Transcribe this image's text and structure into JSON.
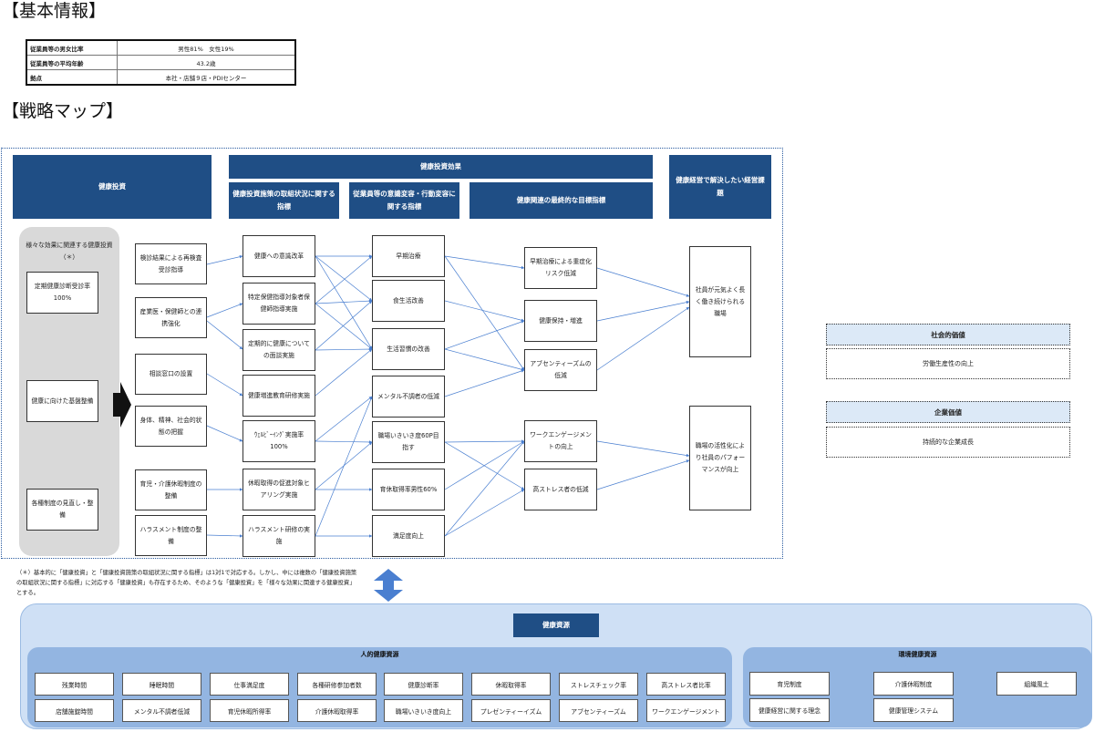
{
  "section_basic": "【基本情報】",
  "section_strategy": "【戦略マップ】",
  "basic_info": [
    {
      "label": "従業員等の男女比率",
      "value": "男性81%　女性19%"
    },
    {
      "label": "従業員等の平均年齢",
      "value": "43.2歳"
    },
    {
      "label": "拠点",
      "value": "本社・店舗９店・PDIセンター"
    }
  ],
  "headers": {
    "investment": "健康投資",
    "effect": "健康投資効果",
    "initiative_metrics": "健康投資施策の取組状況に関する指標",
    "behavior_metrics": "従業員等の意識変容・行動変容に関する指標",
    "final_metrics": "健康関連の最終的な目標指標",
    "issues": "健康経営で解決したい経営課題"
  },
  "grey_panel": {
    "title": "様々な効果に関連する健康投資（＊）",
    "items": [
      "定期健康診断受診率100%",
      "健康に向けた基盤整備",
      "各種制度の見直し・整備"
    ]
  },
  "col1": [
    "検診結果による再検査受診指導",
    "産業医・保健師との連携強化",
    "相談窓口の設置",
    "身体、精神、社会的状態の把握",
    "育児・介護休暇制度の整備",
    "ハラスメント制度の整備"
  ],
  "col2": [
    "健康への意識改革",
    "特定保健指導対象者保健師指導実施",
    "定期的に健康についての面談実施",
    "健康増進教育研修実施",
    "ｳｪﾙﾋﾞｰｲﾝｸﾞ実施率100%",
    "休暇取得の促進対象ヒアリング実施",
    "ハラスメント研修の実施"
  ],
  "col3": [
    "早期治療",
    "食生活改善",
    "生活習慣の改善",
    "メンタル不調者の低減",
    "職場いきいき度60P目指す",
    "育休取得率男性60%",
    "満足度向上"
  ],
  "col4": [
    "早期治療による重症化リスク低減",
    "健康保持・増進",
    "アブセンティーズムの低減",
    "ワークエンゲージメントの向上",
    "高ストレス者の低減"
  ],
  "col5": [
    "社員が元気よく長く働き続けられる職場",
    "職場の活性化により社員のパフォーマンスが向上"
  ],
  "values": [
    {
      "header": "社会的価値",
      "body": "労働生産性の向上"
    },
    {
      "header": "企業価値",
      "body": "持続的な企業成長"
    }
  ],
  "footnote": "（＊）基本的に「健康投資」と「健康投資施策の取組状況に関する指標」は1対1で対応する。しかし、中には複数の「健康投資施策の取組状況に関する指標」に対応する「健康投資」も存在するため、そのような「健康投資」を「様々な効果に関連する健康投資」とする。",
  "resources": {
    "title": "健康資源",
    "human": {
      "title": "人的健康資源",
      "items": [
        "残業時間",
        "睡眠時間",
        "仕事満足度",
        "各種研修参加者数",
        "健康診断率",
        "休暇取得率",
        "ストレスチェック率",
        "高ストレス者比率",
        "店舗施錠時間",
        "メンタル不調者低減",
        "育児休暇所得率",
        "介護休暇取得率",
        "職場いきいき度向上",
        "プレゼンティーイズム",
        "アブセンティーズム",
        "ワークエンゲージメント"
      ]
    },
    "environment": {
      "title": "環境健康資源",
      "items": [
        "育児制度",
        "介護休暇制度",
        "組織風土",
        "健康経営に関する理念",
        "健康管理システム"
      ]
    }
  },
  "colors": {
    "header_navy": "#1f4e85",
    "arrow_blue": "#4a7fd0",
    "resource_light": "#cfe0f5",
    "resource_mid": "#93b5e1"
  }
}
